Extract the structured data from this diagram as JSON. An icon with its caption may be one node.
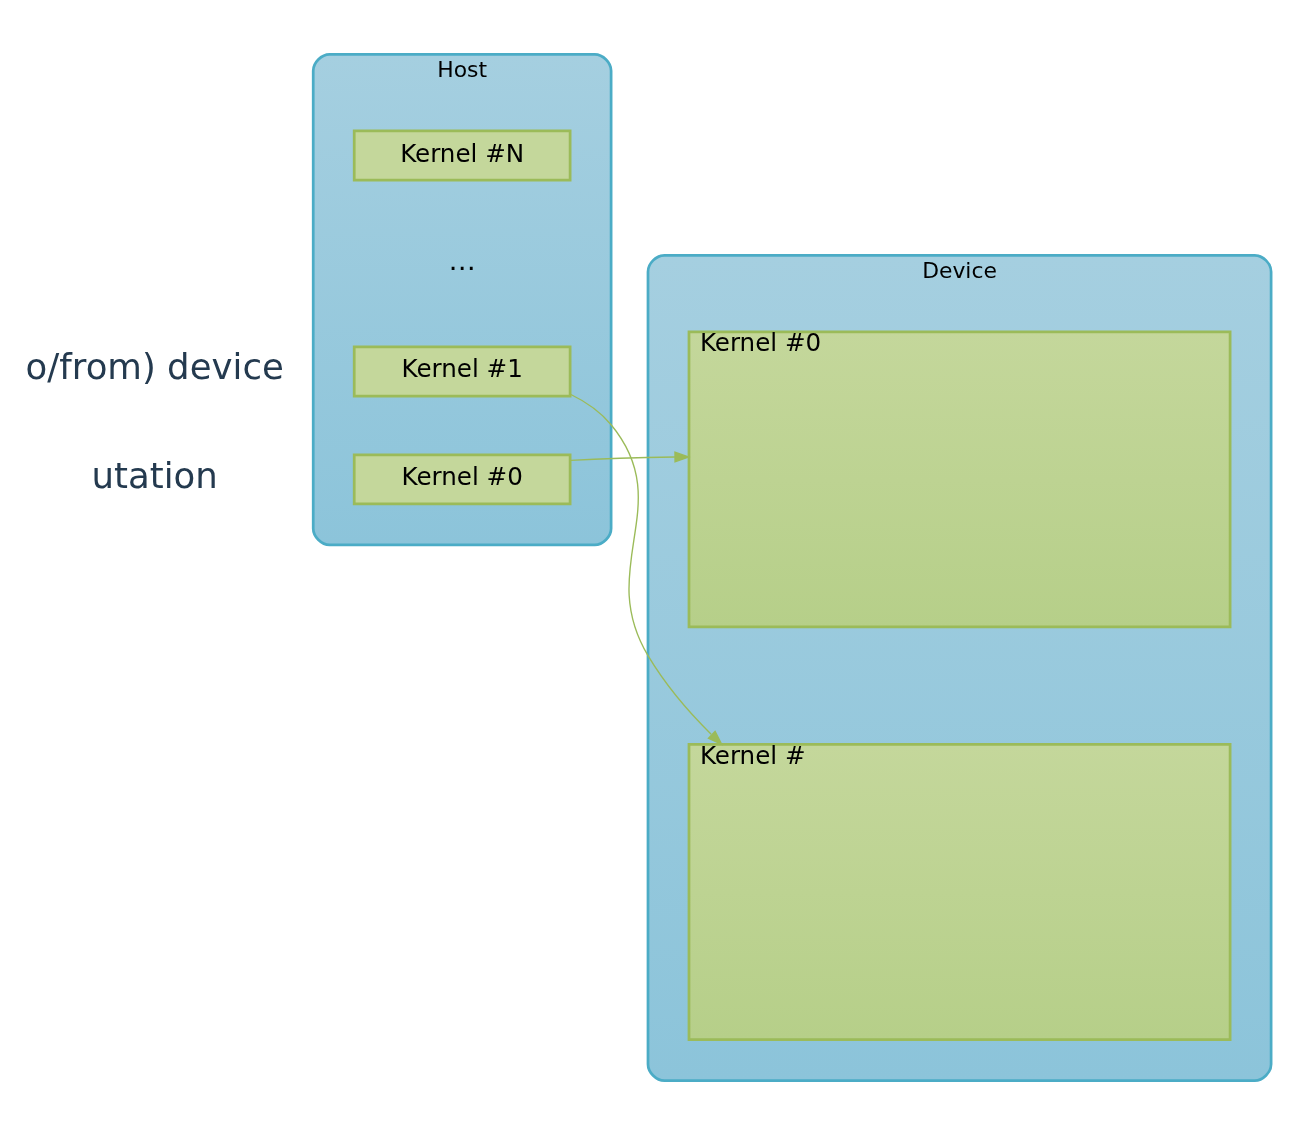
{
  "diagram": {
    "nodes": [
      {
        "text": [
          "Host"
        ]
      },
      {
        "text": [
          "Kernel #0"
        ],
        "in": 0
      },
      {
        "text": [
          "Kernel #1"
        ],
        "in": 0
      },
      {
        "text": [
          "Kernel #N"
        ],
        "in": 0
      },
      {
        "text": [
          "Device"
        ]
      },
      {
        "text": [
          "Kernel #0"
        ],
        "in": 4
      },
      {
        "text": [
          "Kernel #"
        ],
        "in": 4
      }
    ],
    "edges": [
      {
        "from": 1,
        "to": 5,
        "arrow": "to",
        "color": "#9bbb59"
      },
      {
        "from": 2,
        "to": 6,
        "arrow": "to",
        "color": "#9bbb59"
      }
    ],
    "labels": [
      "o/from) device",
      "utation",
      "…"
    ]
  }
}
